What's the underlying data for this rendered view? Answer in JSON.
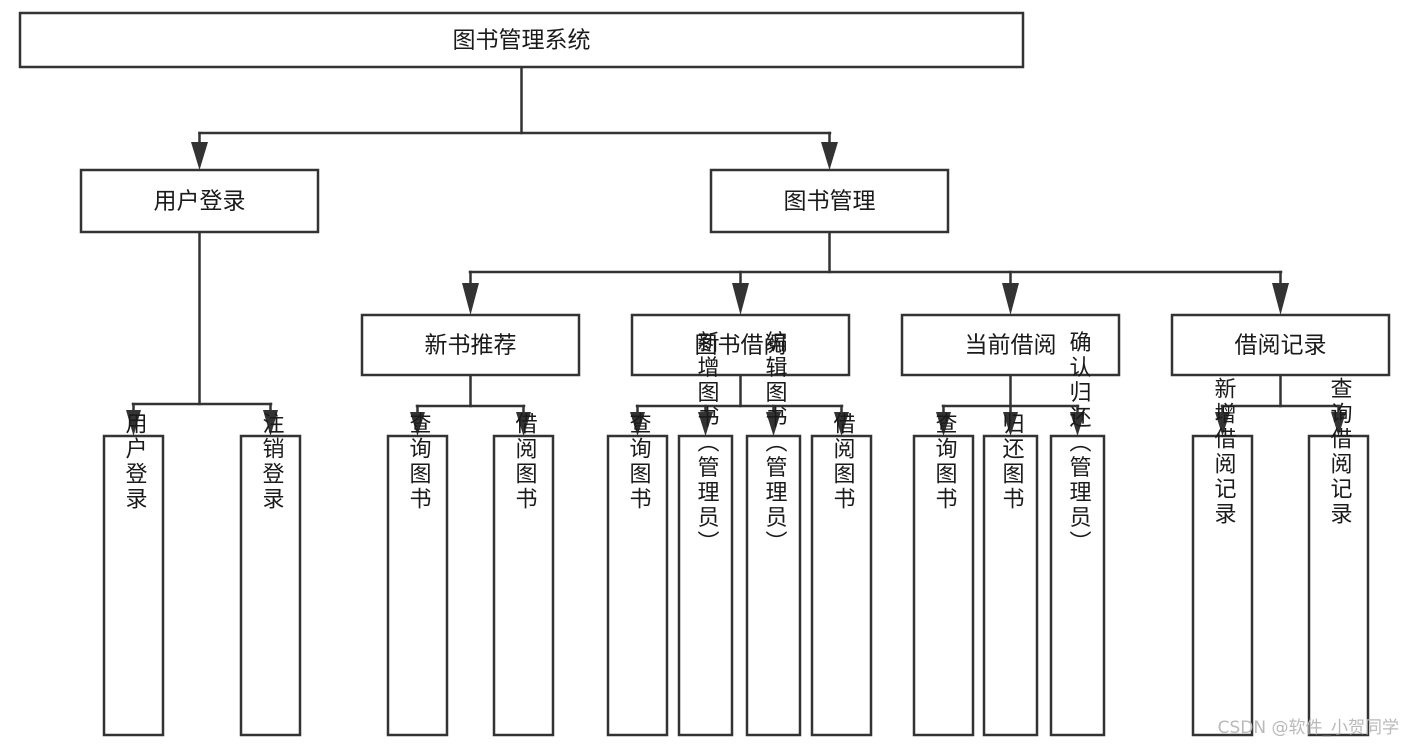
{
  "diagram": {
    "title": "图书管理系统",
    "type": "tree-hierarchy",
    "root": {
      "id": "root",
      "label": "图书管理系统",
      "level": 0,
      "orientation": "horizontal"
    },
    "level2": [
      {
        "id": "user-login",
        "label": "用户登录",
        "orientation": "horizontal"
      },
      {
        "id": "book-manage",
        "label": "图书管理",
        "orientation": "horizontal"
      }
    ],
    "level3": [
      {
        "id": "new-book-recommend",
        "label": "新书推荐",
        "parent": "book-manage",
        "orientation": "horizontal"
      },
      {
        "id": "book-borrow",
        "label": "图书借阅",
        "parent": "book-manage",
        "orientation": "horizontal"
      },
      {
        "id": "current-borrow",
        "label": "当前借阅",
        "parent": "book-manage",
        "orientation": "horizontal"
      },
      {
        "id": "borrow-record",
        "label": "借阅记录",
        "parent": "book-manage",
        "orientation": "horizontal"
      }
    ],
    "leaves": [
      {
        "id": "leaf-user-login",
        "label": "用户登录",
        "parent": "user-login",
        "orientation": "vertical"
      },
      {
        "id": "leaf-logout-login",
        "label": "注销登录",
        "parent": "user-login",
        "orientation": "vertical"
      },
      {
        "id": "leaf-query-book-1",
        "label": "查询图书",
        "parent": "new-book-recommend",
        "orientation": "vertical"
      },
      {
        "id": "leaf-borrow-book-1",
        "label": "借阅图书",
        "parent": "new-book-recommend",
        "orientation": "vertical"
      },
      {
        "id": "leaf-query-book-2",
        "label": "查询图书",
        "parent": "book-borrow",
        "orientation": "vertical"
      },
      {
        "id": "leaf-add-book",
        "label": "新增图书（管理员）",
        "parent": "book-borrow",
        "orientation": "vertical"
      },
      {
        "id": "leaf-edit-book",
        "label": "编辑图书（管理员）",
        "parent": "book-borrow",
        "orientation": "vertical"
      },
      {
        "id": "leaf-borrow-book-2",
        "label": "借阅图书",
        "parent": "book-borrow",
        "orientation": "vertical"
      },
      {
        "id": "leaf-query-book-3",
        "label": "查询图书",
        "parent": "current-borrow",
        "orientation": "vertical"
      },
      {
        "id": "leaf-return-book",
        "label": "归还图书",
        "parent": "current-borrow",
        "orientation": "vertical"
      },
      {
        "id": "leaf-confirm-return",
        "label": "确认归还（管理员）",
        "parent": "current-borrow",
        "orientation": "vertical"
      },
      {
        "id": "leaf-add-record",
        "label": "新增借阅记录",
        "parent": "borrow-record",
        "orientation": "vertical"
      },
      {
        "id": "leaf-query-record",
        "label": "查询借阅记录",
        "parent": "borrow-record",
        "orientation": "vertical"
      }
    ],
    "colors": {
      "box_stroke": "#333333",
      "box_fill": "#ffffff",
      "text": "#1a1a1a",
      "connector": "#333333",
      "watermark": "#b9b9b9",
      "background": "#ffffff"
    }
  },
  "watermark": {
    "text": "CSDN @软件_小贺同学"
  }
}
